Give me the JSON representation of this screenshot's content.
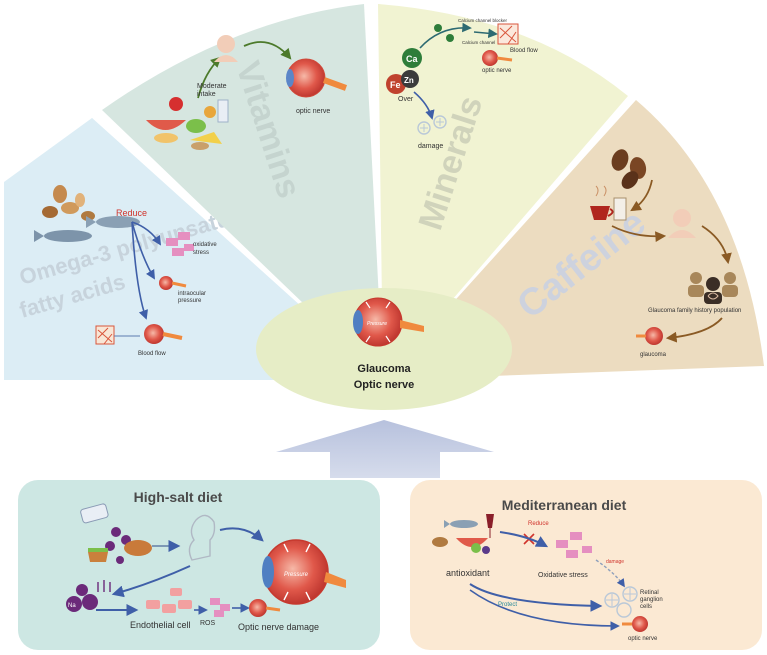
{
  "center": {
    "title_line1": "Glaucoma",
    "title_line2": "Optic nerve",
    "eye_label": "Pressure"
  },
  "sectors": {
    "omega3": {
      "title_line1": "Omega-3 polyunsaturated",
      "title_line2": "fatty acids",
      "reduce_label": "Reduce",
      "oxidative_line1": "oxidative",
      "oxidative_line2": "stress",
      "intraocular_line1": "intraocular",
      "intraocular_line2": "pressure",
      "blood_flow_label": "Blood flow",
      "color": "#dcedf5"
    },
    "vitamins": {
      "title": "Vitamins",
      "moderate_line1": "Moderate",
      "moderate_line2": "intake",
      "optic_nerve_label": "optic nerve",
      "color": "#d6e6e0"
    },
    "minerals": {
      "title": "Minerals",
      "ca_label": "Ca",
      "fe_label": "Fe",
      "zn_label": "Zn",
      "over_label": "Over",
      "damage_label": "damage",
      "blocker_label": "Calcium channel blocker",
      "channel_label": "Calcium channel",
      "blood_flow_label": "Blood flow",
      "optic_nerve_label": "optic nerve",
      "color": "#f1f3d2"
    },
    "caffeine": {
      "title": "Caffeine",
      "family_label": "Glaucoma family history population",
      "glaucoma_label": "glaucoma",
      "color": "#ecdcc0"
    }
  },
  "high_salt": {
    "title": "High-salt diet",
    "endothelial_label": "Endothelial cell",
    "ros_label": "ROS",
    "damage_label": "Optic nerve damage",
    "na_label": "Na",
    "eye_label": "Pressure",
    "color": "#cde7e3"
  },
  "mediterranean": {
    "title": "Mediterranean diet",
    "antioxidant_label": "antioxidant",
    "reduce_label": "Reduce",
    "oxidative_label": "Oxidative stress",
    "damage_label": "damage",
    "retinal_line1": "Retinal",
    "retinal_line2": "ganglion",
    "retinal_line3": "cells",
    "protect_label": "Protect",
    "optic_nerve_label": "optic nerve",
    "color": "#fbe9d3"
  }
}
